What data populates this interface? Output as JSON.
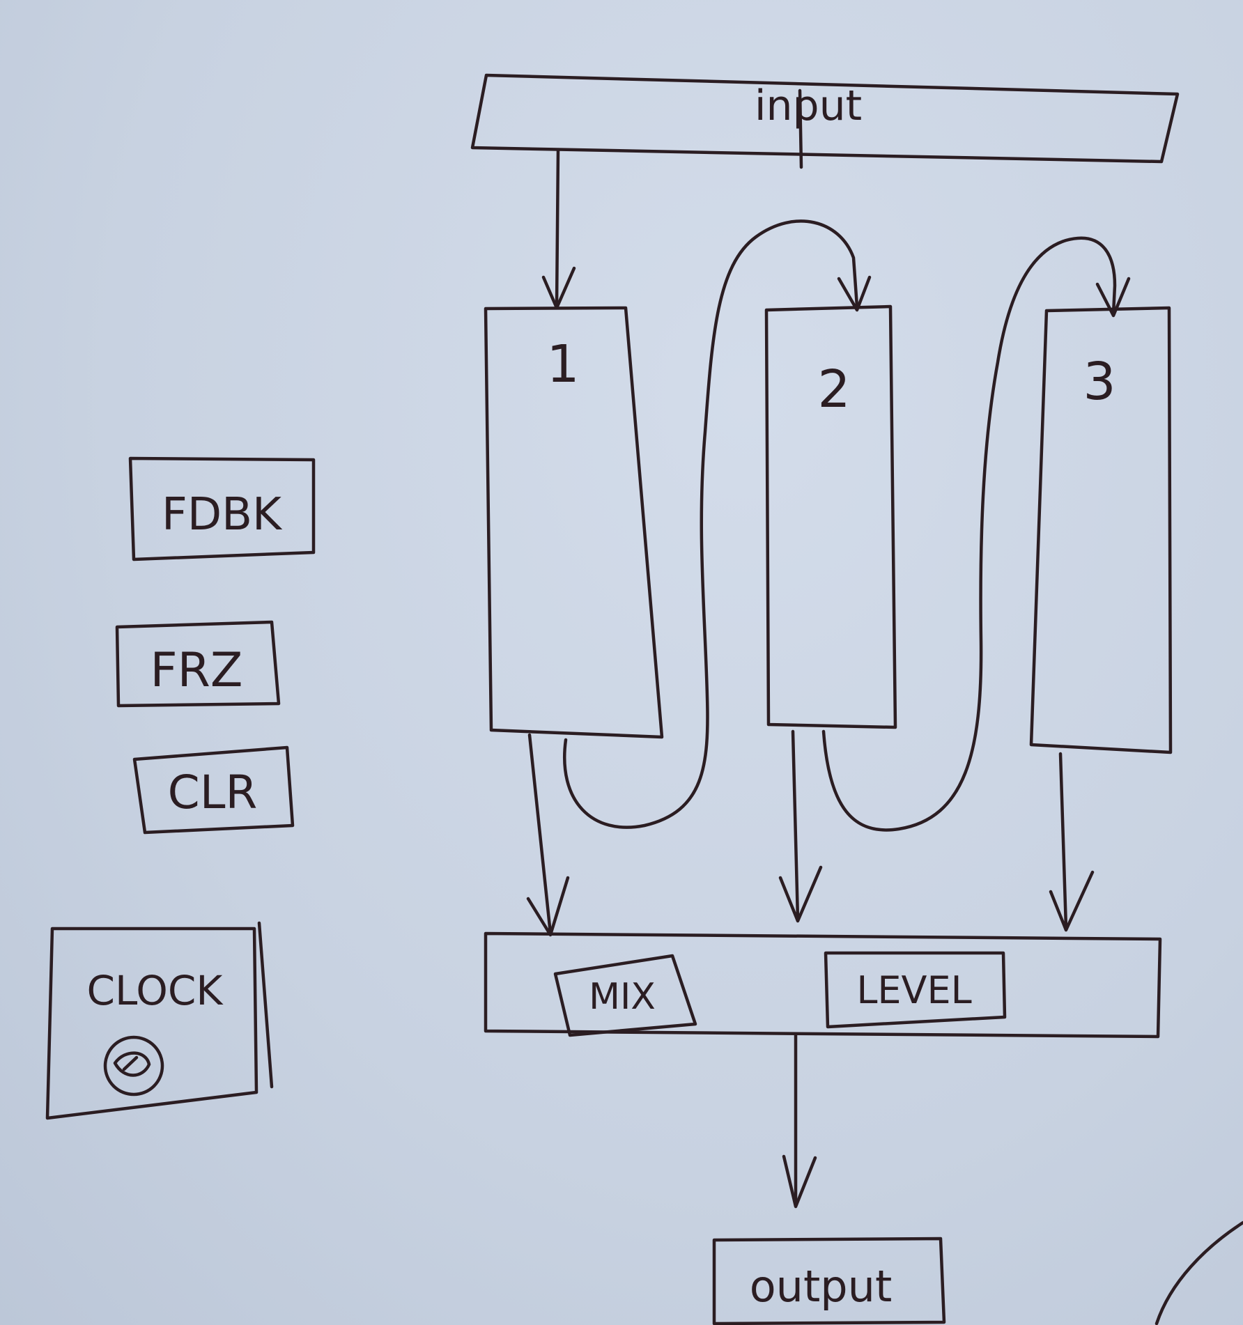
{
  "diagram": {
    "input": "input",
    "output": "output",
    "channels": [
      "1",
      "2",
      "3"
    ],
    "mixer": {
      "mix": "MIX",
      "level": "LEVEL"
    },
    "controls": {
      "feedback": "FDBK",
      "freeze": "FRZ",
      "clear": "CLR"
    },
    "clock": {
      "label": "CLOCK",
      "icon": "knob-icon"
    },
    "colors": {
      "paper": "#c9d3e2",
      "ink": "#2b1d22"
    }
  }
}
